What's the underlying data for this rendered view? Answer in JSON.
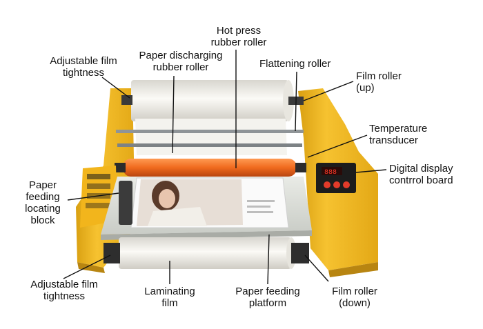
{
  "labels": {
    "hot_press_roller": "Hot press\nrubber roller",
    "paper_discharging_roller": "Paper discharging\nrubber roller",
    "adjustable_film_tightness_top": "Adjustable film\ntightness",
    "flattening_roller": "Flattening roller",
    "film_roller_up": "Film roller\n(up)",
    "temperature_transducer": "Temperature\ntransducer",
    "digital_display_board": "Digital display\ncontrrol board",
    "paper_feeding_locating_block": "Paper\nfeeding\nlocating\nblock",
    "adjustable_film_tightness_bottom": "Adjustable film\ntightness",
    "laminating_film": "Laminating\nfilm",
    "paper_feeding_platform": "Paper feeding\nplatform",
    "film_roller_down": "Film roller\n(down)"
  },
  "display": {
    "readout": "888"
  },
  "colors": {
    "machine_yellow": "#f2b51c",
    "roller_orange": "#f06a1e",
    "film_white": "#f3f1ea",
    "panel_black": "#1c1c1c",
    "display_red": "#e23b2a"
  }
}
